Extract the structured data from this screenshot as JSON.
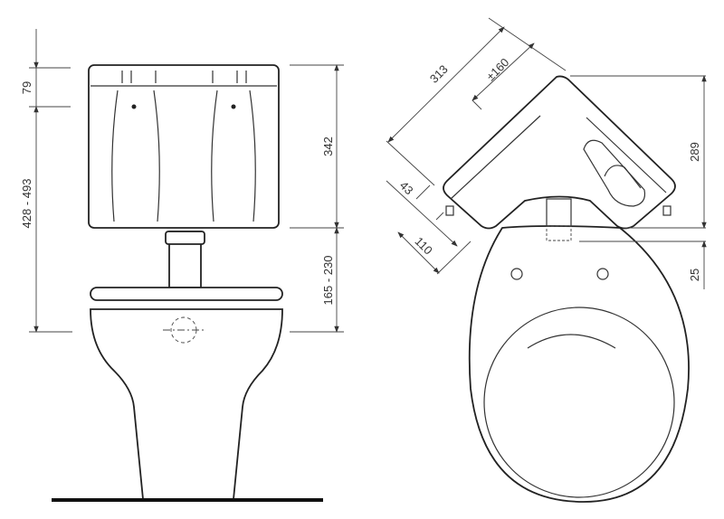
{
  "front_view": {
    "dim_lid": "79",
    "dim_total_height": "428 - 493",
    "dim_tank_height": "342",
    "dim_pipe_length": "165 - 230"
  },
  "top_view": {
    "dim_tank_side": "313",
    "dim_offset": "±160",
    "dim_depth_small": "43",
    "dim_depth_large": "110",
    "dim_tank_depth": "289",
    "dim_gap": "25"
  }
}
